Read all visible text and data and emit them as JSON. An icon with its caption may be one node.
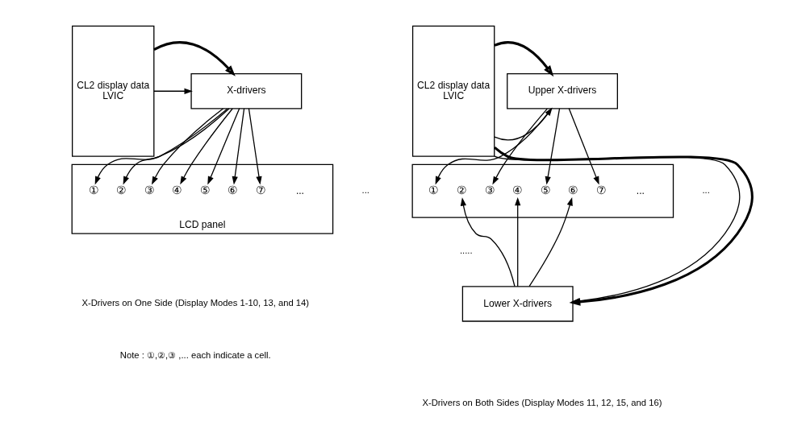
{
  "diagram": {
    "nodes": [
      {
        "text": [
          "CL2 display data",
          "LVIC"
        ]
      },
      {
        "text": [
          "X-drivers"
        ]
      },
      {
        "text": [
          "LCD panel"
        ]
      },
      {
        "text": [
          "①"
        ],
        "in": 2
      },
      {
        "text": [
          "②"
        ],
        "in": 2
      },
      {
        "text": [
          "③"
        ],
        "in": 2
      },
      {
        "text": [
          "④"
        ],
        "in": 2
      },
      {
        "text": [
          "⑤"
        ],
        "in": 2
      },
      {
        "text": [
          "⑥"
        ],
        "in": 2
      },
      {
        "text": [
          "⑦"
        ],
        "in": 2
      },
      {
        "text": [
          "CL2 display data",
          "LVIC"
        ]
      },
      {
        "text": [
          "Upper X-drivers"
        ]
      },
      {
        "text": [],
        "shape": "box"
      },
      {
        "text": [
          "①"
        ],
        "in": 12
      },
      {
        "text": [
          "②"
        ],
        "in": 12
      },
      {
        "text": [
          "③"
        ],
        "in": 12
      },
      {
        "text": [
          "④"
        ],
        "in": 12
      },
      {
        "text": [
          "⑤"
        ],
        "in": 12
      },
      {
        "text": [
          "⑥"
        ],
        "in": 12
      },
      {
        "text": [
          "⑦"
        ],
        "in": 12
      },
      {
        "text": [
          "Lower X-drivers"
        ]
      }
    ],
    "edges": [
      {
        "from": 0,
        "to": 1,
        "arrow": "to"
      },
      {
        "from": 0,
        "to": 1,
        "arrow": "to",
        "style": "thick"
      },
      {
        "from": 1,
        "to": 3,
        "arrow": "to"
      },
      {
        "from": 1,
        "to": 4,
        "arrow": "to"
      },
      {
        "from": 1,
        "to": 5,
        "arrow": "to"
      },
      {
        "from": 1,
        "to": 6,
        "arrow": "to"
      },
      {
        "from": 1,
        "to": 7,
        "arrow": "to"
      },
      {
        "from": 1,
        "to": 8,
        "arrow": "to"
      },
      {
        "from": 1,
        "to": 9,
        "arrow": "to"
      },
      {
        "from": 10,
        "to": 11,
        "arrow": "to"
      },
      {
        "from": 10,
        "to": 11,
        "arrow": "to",
        "style": "thick"
      },
      {
        "from": 10,
        "to": 20,
        "arrow": "to"
      },
      {
        "from": 10,
        "to": 20,
        "arrow": "to",
        "style": "thick"
      },
      {
        "from": 11,
        "to": 13,
        "arrow": "to"
      },
      {
        "from": 11,
        "to": 15,
        "arrow": "to"
      },
      {
        "from": 11,
        "to": 17,
        "arrow": "to"
      },
      {
        "from": 11,
        "to": 19,
        "arrow": "to"
      },
      {
        "from": 20,
        "to": 14,
        "arrow": "to"
      },
      {
        "from": 20,
        "to": 16,
        "arrow": "to"
      },
      {
        "from": 20,
        "to": 18,
        "arrow": "to"
      }
    ],
    "labels": [
      "...",
      "...",
      "...",
      "...",
      ".....",
      "X-Drivers on One Side (Display Modes 1-10, 13, and 14)",
      "Note : ①,②,③ ,... each indicate a cell.",
      "X-Drivers on Both Sides (Display Modes 11, 12, 15, and 16)"
    ]
  }
}
